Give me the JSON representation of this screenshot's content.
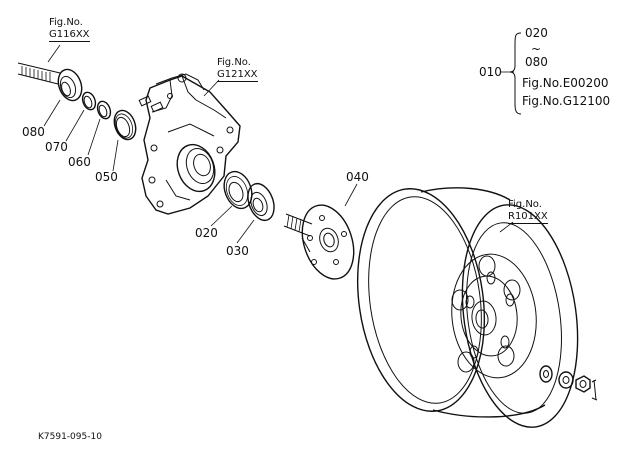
{
  "figure_refs": {
    "shaft": {
      "line1": "Fig.No.",
      "line2": "G116XX"
    },
    "housing": {
      "line1": "Fig.No.",
      "line2": "G121XX"
    },
    "wheel": {
      "line1": "Fig.No.",
      "line2": "R101XX"
    }
  },
  "legend": {
    "parent_part": "010",
    "range_start": "020",
    "range_tilde": "~",
    "range_end": "080",
    "ref1": "Fig.No.E00200",
    "ref2": "Fig.No.G12100"
  },
  "part_labels": {
    "p020": "020",
    "p030": "030",
    "p040": "040",
    "p050": "050",
    "p060": "060",
    "p070": "070",
    "p080": "080"
  },
  "document_id": "K7591-095-10"
}
